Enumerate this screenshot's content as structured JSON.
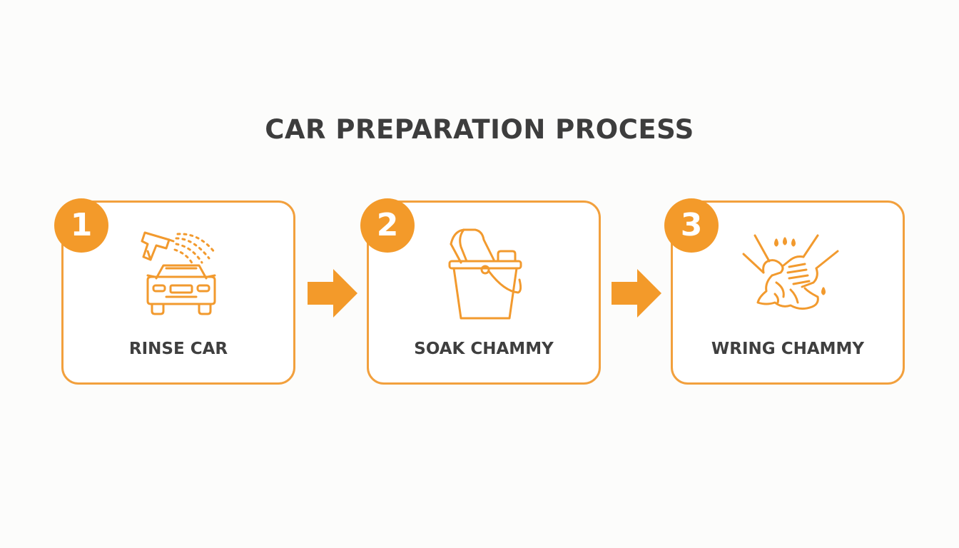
{
  "title": "CAR PREPARATION PROCESS",
  "colors": {
    "accent": "#f39a2a",
    "card_border": "#f2a03d",
    "text": "#3d3d3d",
    "background": "#fcfcfb"
  },
  "steps": [
    {
      "number": "1",
      "label": "RINSE CAR",
      "icon": "car-rinse-icon"
    },
    {
      "number": "2",
      "label": "SOAK CHAMMY",
      "icon": "bucket-chammy-icon"
    },
    {
      "number": "3",
      "label": "WRING CHAMMY",
      "icon": "wring-chammy-icon"
    }
  ],
  "connectors": [
    "arrow-right-icon",
    "arrow-right-icon"
  ]
}
